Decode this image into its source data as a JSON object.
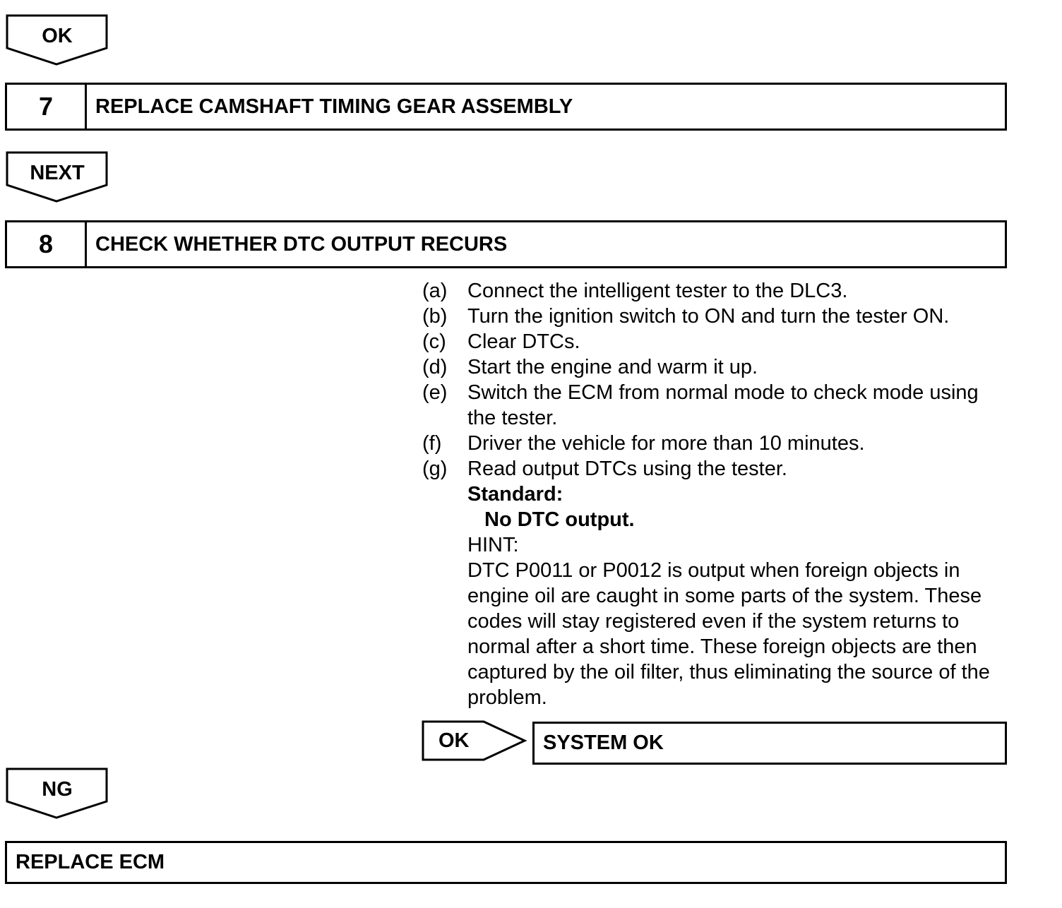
{
  "flow": {
    "ok_label_top": "OK",
    "next_label": "NEXT",
    "ng_label": "NG"
  },
  "step7": {
    "number": "7",
    "title": "REPLACE CAMSHAFT TIMING GEAR ASSEMBLY"
  },
  "step8": {
    "number": "8",
    "title": "CHECK WHETHER DTC OUTPUT RECURS",
    "items": [
      {
        "letter": "(a)",
        "text": "Connect the intelligent tester to the DLC3."
      },
      {
        "letter": "(b)",
        "text": "Turn the ignition switch to ON and turn the tester ON."
      },
      {
        "letter": "(c)",
        "text": "Clear DTCs."
      },
      {
        "letter": "(d)",
        "text": "Start the engine and warm it up."
      },
      {
        "letter": "(e)",
        "text": "Switch the ECM from normal mode to check mode using the tester."
      },
      {
        "letter": "(f)",
        "text": "Driver the vehicle for more than 10 minutes."
      },
      {
        "letter": "(g)",
        "text": "Read output DTCs using the tester."
      }
    ],
    "standard_label": "Standard:",
    "standard_value": "No DTC output.",
    "hint_label": "HINT:",
    "hint_text": "DTC P0011 or P0012 is output when foreign objects in engine oil are caught in some parts of the system. These codes will stay registered even if the system returns to normal after a short time. These foreign objects are then captured by the oil filter, thus eliminating the source of the problem."
  },
  "ok_branch": {
    "label": "OK",
    "result": "SYSTEM OK"
  },
  "ng_result": "REPLACE ECM"
}
